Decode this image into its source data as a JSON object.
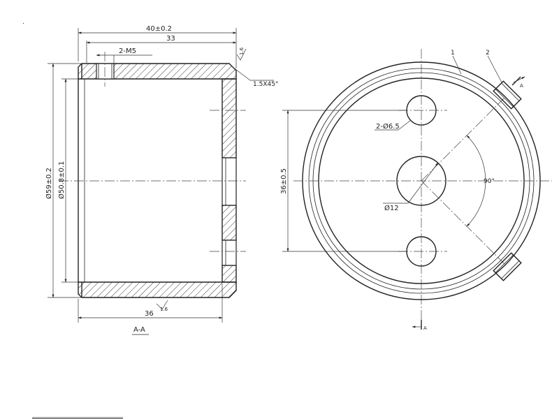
{
  "section_view": {
    "dim_overall_length": "40±0.2",
    "dim_length_33": "33",
    "dim_thread": "2-M5",
    "dim_chamfer": "1.5X45°",
    "dim_outer_dia": "Ø59±0.2",
    "dim_inner_dia": "Ø50.8±0.1",
    "dim_bore_depth": "36",
    "roughness_top": "1.6",
    "roughness_bottom": "1.6",
    "section_label": "A-A"
  },
  "end_view": {
    "callout_1": "1",
    "callout_2": "2",
    "dim_holes": "2-Ø6.5",
    "dim_center_hole": "Ø12",
    "dim_hole_spacing": "36±0.5",
    "dim_angle": "90°",
    "section_mark_top": "A",
    "section_mark_bottom": "A"
  },
  "misc": {
    "corner_mark": "."
  }
}
